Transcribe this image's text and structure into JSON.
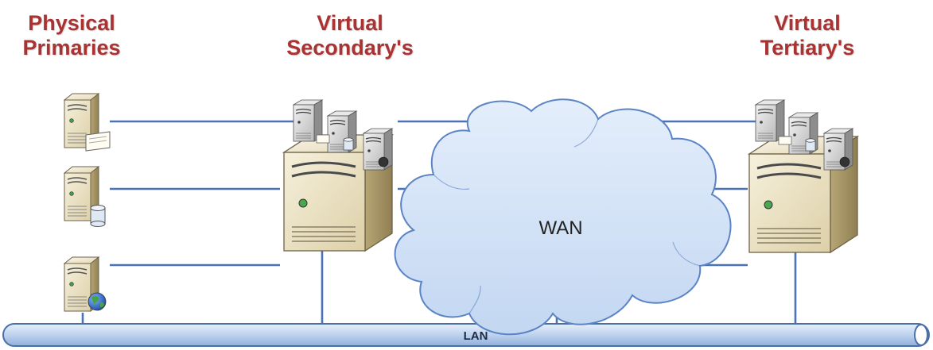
{
  "headings": {
    "physical_primaries": [
      "Physical",
      "Primaries"
    ],
    "virtual_secondaries": [
      "Virtual",
      "Secondary's"
    ],
    "virtual_tertiaries": [
      "Virtual",
      "Tertiary's"
    ]
  },
  "network": {
    "wan_label": "WAN",
    "lan_label": "LAN"
  },
  "physical_servers": [
    {
      "badge": "document-icon"
    },
    {
      "badge": "database-icon"
    },
    {
      "badge": "globe-icon"
    }
  ],
  "colors": {
    "heading": "#a93333",
    "link_line": "#4a72b4",
    "cloud_fill": "#cfe0f6",
    "cloud_stroke": "#5b84c4",
    "lan_fill": "#c7daf1",
    "server_front": "#ece2c6",
    "server_side": "#c9b98e"
  }
}
